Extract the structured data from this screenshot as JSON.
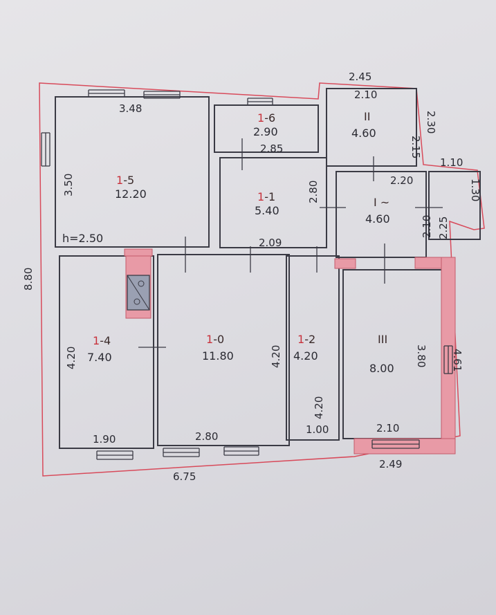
{
  "plan": {
    "height_note": "h=2.50",
    "outer_dims": {
      "length_side": "8.80",
      "bottom_width": "6.75",
      "annex_bottom": "2.49"
    },
    "rooms": [
      {
        "id": "r15",
        "id_red": "1",
        "id_rest": "-5",
        "area": "12.20",
        "dims": [
          "3.48",
          "3.50"
        ]
      },
      {
        "id": "r16",
        "id_red": "1",
        "id_rest": "-6",
        "area": "2.90",
        "dims": [
          "2.85"
        ]
      },
      {
        "id": "r11",
        "id_red": "1",
        "id_rest": "-1",
        "area": "5.40",
        "dims": [
          "2.80",
          "2.09"
        ]
      },
      {
        "id": "r14",
        "id_red": "1",
        "id_rest": "-4",
        "area": "7.40",
        "dims": [
          "4.20",
          "1.90"
        ]
      },
      {
        "id": "r10",
        "id_red": "1",
        "id_rest": "-0",
        "area": "11.80",
        "dims": [
          "4.20",
          "2.80"
        ]
      },
      {
        "id": "r12",
        "id_red": "1",
        "id_rest": "-2",
        "area": "4.20",
        "dims": [
          "4.20",
          "1.00"
        ]
      },
      {
        "id": "rII",
        "label": "II",
        "area": "4.60",
        "dims": [
          "2.45",
          "2.10",
          "2.15",
          "2.30"
        ]
      },
      {
        "id": "rI2",
        "label": "I ~",
        "area": "4.60",
        "dims": [
          "2.20",
          "2.10",
          "2.25"
        ]
      },
      {
        "id": "rIII",
        "label": "III",
        "area": "8.00",
        "dims": [
          "3.80",
          "2.10",
          "4.61"
        ]
      },
      {
        "id": "rPorch",
        "label": "",
        "area": "",
        "dims": [
          "1.10",
          "1.30"
        ]
      }
    ]
  }
}
